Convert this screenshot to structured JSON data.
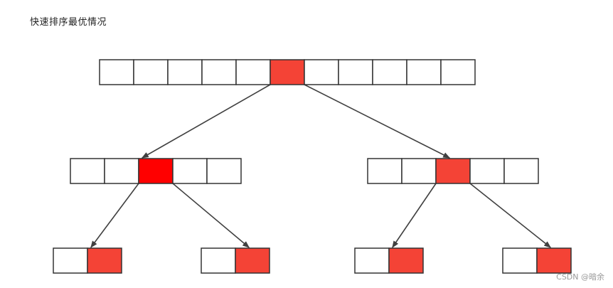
{
  "title": "快速排序最优情况",
  "watermark": "CSDN @暗余",
  "colors": {
    "pivot": "#f44336",
    "pivot_dark": "#ff0000",
    "cell": "#ffffff",
    "border": "#333333",
    "arrow": "#404040"
  },
  "levels": [
    {
      "arrays": [
        {
          "cells": 11,
          "pivot": 5
        }
      ]
    },
    {
      "arrays": [
        {
          "cells": 5,
          "pivot": 2,
          "dark": true
        },
        {
          "cells": 5,
          "pivot": 2
        }
      ]
    },
    {
      "arrays": [
        {
          "cells": 2,
          "pivot": 1
        },
        {
          "cells": 2,
          "pivot": 1
        },
        {
          "cells": 2,
          "pivot": 1
        },
        {
          "cells": 2,
          "pivot": 1
        }
      ]
    }
  ]
}
